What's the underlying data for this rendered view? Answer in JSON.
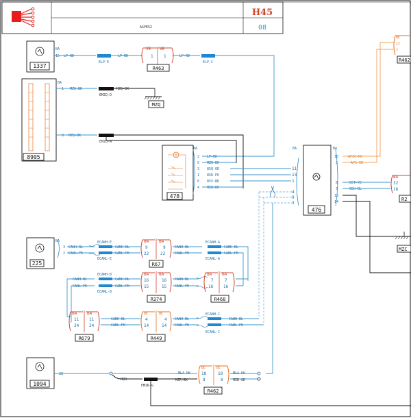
{
  "title_block": {
    "code": "H45",
    "sheet": "08",
    "center_text": "ASPE52"
  },
  "components": {
    "c1337": "1337",
    "c8905": "8905",
    "c478": "478",
    "c476": "476",
    "c225": "225",
    "c1094": "1094",
    "mzq_ground": "MZQ",
    "mzc_ground": "MZC"
  },
  "connectors": {
    "r463": "R463",
    "r67": "R67",
    "r374": "R374",
    "r468": "R468",
    "r679": "R679",
    "r449": "R449",
    "r462": "R462",
    "r462_top": "R462",
    "r2": "R2"
  },
  "colors": {
    "ba": "BA",
    "ve": "VE",
    "be": "BE"
  },
  "wires": {
    "lp_rd": "LP-RD",
    "elp_e": "ELP-E",
    "elp_c": "ELP-C",
    "mzq_bk": "MZQ-BK",
    "emzq_d": "EMZQ-D",
    "emzq_a": "EMZQ-A",
    "lp_rd2": "LP-RD",
    "mzq_bk2": "MZQ-BK",
    "85q_or": "85Q-OR",
    "85r_pu": "85R-PU",
    "85v_br": "85V-BR",
    "apic_ro": "APIC-RO",
    "aps_gr": "APS-GR",
    "85t_ye": "85T-YE",
    "85u_bl": "85U-BL",
    "canh_bl": "CANH-BL",
    "canl_pk": "CANL-PK",
    "ecanh_e": "ECANH-E",
    "ecanl_e": "ECANL-E",
    "ecanh_a": "ECANH-A",
    "ecanl_a": "ECANL-A",
    "ecanh_b": "ECANH-B",
    "ecanl_b": "ECANL-B",
    "ecanh_c": "ECANH-C",
    "ecanl_c": "ECANL-C",
    "mla_pk": "MLA-PK",
    "mzr_bk": "MZR-BK",
    "mzr_gr": "MZR-GR",
    "mzr": "MZR",
    "emzr_g": "EMZR-G"
  },
  "pins": {
    "p15": "15",
    "p1": "1",
    "p8": "8",
    "p2": "2",
    "p5": "5",
    "p3": "3",
    "p6": "6",
    "p4": "4",
    "p11": "11",
    "p13": "13",
    "p9": "9",
    "p16": "16",
    "p7": "7",
    "p14": "14",
    "p17": "17",
    "p22": "22",
    "p24": "24",
    "p18": "18",
    "p28": "28",
    "p32": "32"
  }
}
